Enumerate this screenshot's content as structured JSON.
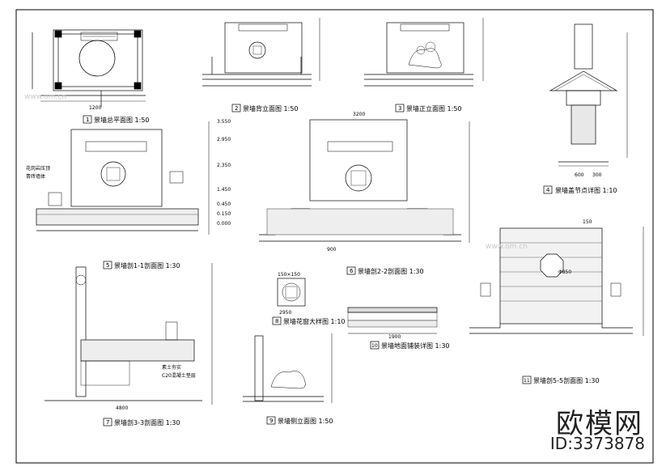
{
  "drawing": {
    "views": [
      {
        "no": "1",
        "title": "景墙总平面图 1:50"
      },
      {
        "no": "2",
        "title": "景墙背立面图 1:50"
      },
      {
        "no": "3",
        "title": "景墙正立面图 1:50"
      },
      {
        "no": "4",
        "title": "景墙盖节点详图 1:10"
      },
      {
        "no": "5",
        "title": "景墙剖1-1剖面图 1:30"
      },
      {
        "no": "6",
        "title": "景墙剖2-2剖面图 1:30"
      },
      {
        "no": "7",
        "title": "景墙剖3-3剖面图 1:30"
      },
      {
        "no": "8",
        "title": "景墙花窗大样图 1:10"
      },
      {
        "no": "9",
        "title": "景墙侧立面图 1:50"
      },
      {
        "no": "10",
        "title": "景墙地面铺装详图 1:30"
      },
      {
        "no": "11",
        "title": "景墙剖5-5剖面图 1:30"
      }
    ],
    "elevations": [
      "3.550",
      "2.950",
      "2.350",
      "1.450",
      "0.450",
      "0.150",
      "0.000"
    ],
    "dims": [
      "1200",
      "3200",
      "4800",
      "600",
      "300",
      "900",
      "150",
      "2950",
      "1900",
      "150×150"
    ],
    "notes": [
      "花岗岩压顶",
      "青砖墙体",
      "素土夯实",
      "C20混凝土垫层",
      "Φ850"
    ]
  },
  "watermark": {
    "brand": "欧模网",
    "id": "ID:3373878",
    "site": "www.om.cn"
  }
}
